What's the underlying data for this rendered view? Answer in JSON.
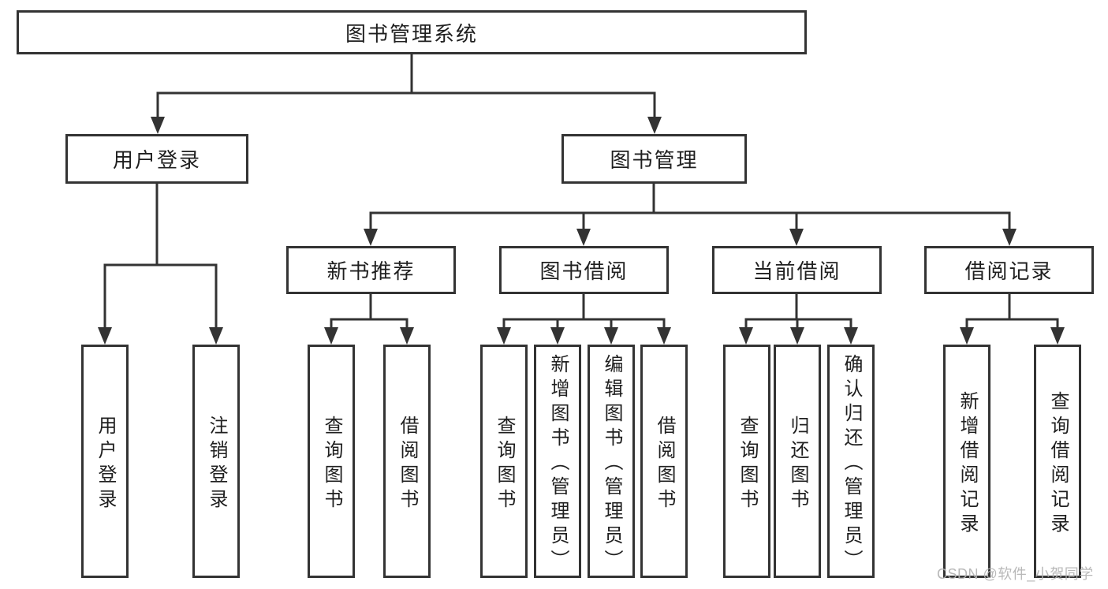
{
  "diagram": {
    "root": {
      "label": "图书管理系统"
    },
    "level2": [
      {
        "label": "用户登录"
      },
      {
        "label": "图书管理"
      }
    ],
    "level3": [
      {
        "label": "新书推荐",
        "parent": "图书管理"
      },
      {
        "label": "图书借阅",
        "parent": "图书管理"
      },
      {
        "label": "当前借阅",
        "parent": "图书管理"
      },
      {
        "label": "借阅记录",
        "parent": "图书管理"
      }
    ],
    "leaves": [
      {
        "label": "用户登录",
        "parent": "用户登录"
      },
      {
        "label": "注销登录",
        "parent": "用户登录"
      },
      {
        "label": "查询图书",
        "parent": "新书推荐"
      },
      {
        "label": "借阅图书",
        "parent": "新书推荐"
      },
      {
        "label": "查询图书",
        "parent": "图书借阅"
      },
      {
        "label": "新增图书（管理员）",
        "parent": "图书借阅"
      },
      {
        "label": "编辑图书（管理员）",
        "parent": "图书借阅"
      },
      {
        "label": "借阅图书",
        "parent": "图书借阅"
      },
      {
        "label": "查询图书",
        "parent": "当前借阅"
      },
      {
        "label": "归还图书",
        "parent": "当前借阅"
      },
      {
        "label": "确认归还（管理员）",
        "parent": "当前借阅"
      },
      {
        "label": "新增借阅记录",
        "parent": "借阅记录"
      },
      {
        "label": "查询借阅记录",
        "parent": "借阅记录"
      }
    ]
  },
  "watermark": {
    "text": "CSDN @软件_小贺同学",
    "color": "#b3b3b3"
  },
  "colors": {
    "line": "#333333",
    "border": "#333333",
    "text": "#1f1f1f",
    "background": "#ffffff"
  }
}
